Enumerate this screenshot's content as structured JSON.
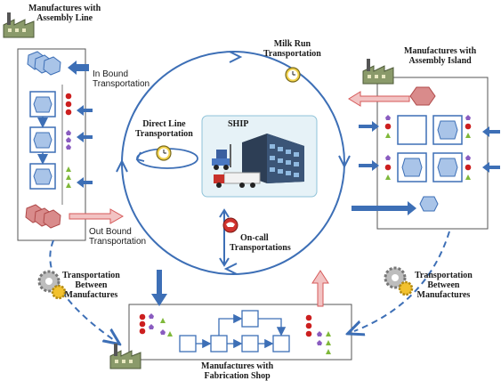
{
  "labels": {
    "top_left_factory": [
      "Manufactures with",
      "Assembly Line"
    ],
    "milk_run": [
      "Milk Run",
      "Transportation"
    ],
    "assembly_island": [
      "Manufactures with",
      "Assembly Island"
    ],
    "in_bound": [
      "In Bound",
      "Transportation"
    ],
    "direct_line": [
      "Direct Line",
      "Transportation"
    ],
    "ship": "SHIP",
    "on_call": [
      "On-call",
      "Transportations"
    ],
    "out_bound": [
      "Out Bound",
      "Transportation"
    ],
    "between_left": [
      "Transportation",
      "Between",
      "Manufactures"
    ],
    "between_right": [
      "Transportation",
      "Between",
      "Manufactures"
    ],
    "fabrication": [
      "Manufactures with",
      "Fabrication Shop"
    ]
  },
  "colors": {
    "arrow_blue": "#3d6fb6",
    "arrow_red": "#d65a5a",
    "part_fill": "#a9c4e8",
    "part_red": "#d98b8b",
    "dot_red": "#cc1f1f",
    "dot_purple": "#8a5cc0",
    "dot_green": "#7fb83a",
    "ship_box": "#e6f2f7"
  },
  "icons": [
    "factory-icon",
    "clock-icon",
    "phone-icon",
    "gear-icon",
    "truck-icon",
    "forklift-icon"
  ]
}
